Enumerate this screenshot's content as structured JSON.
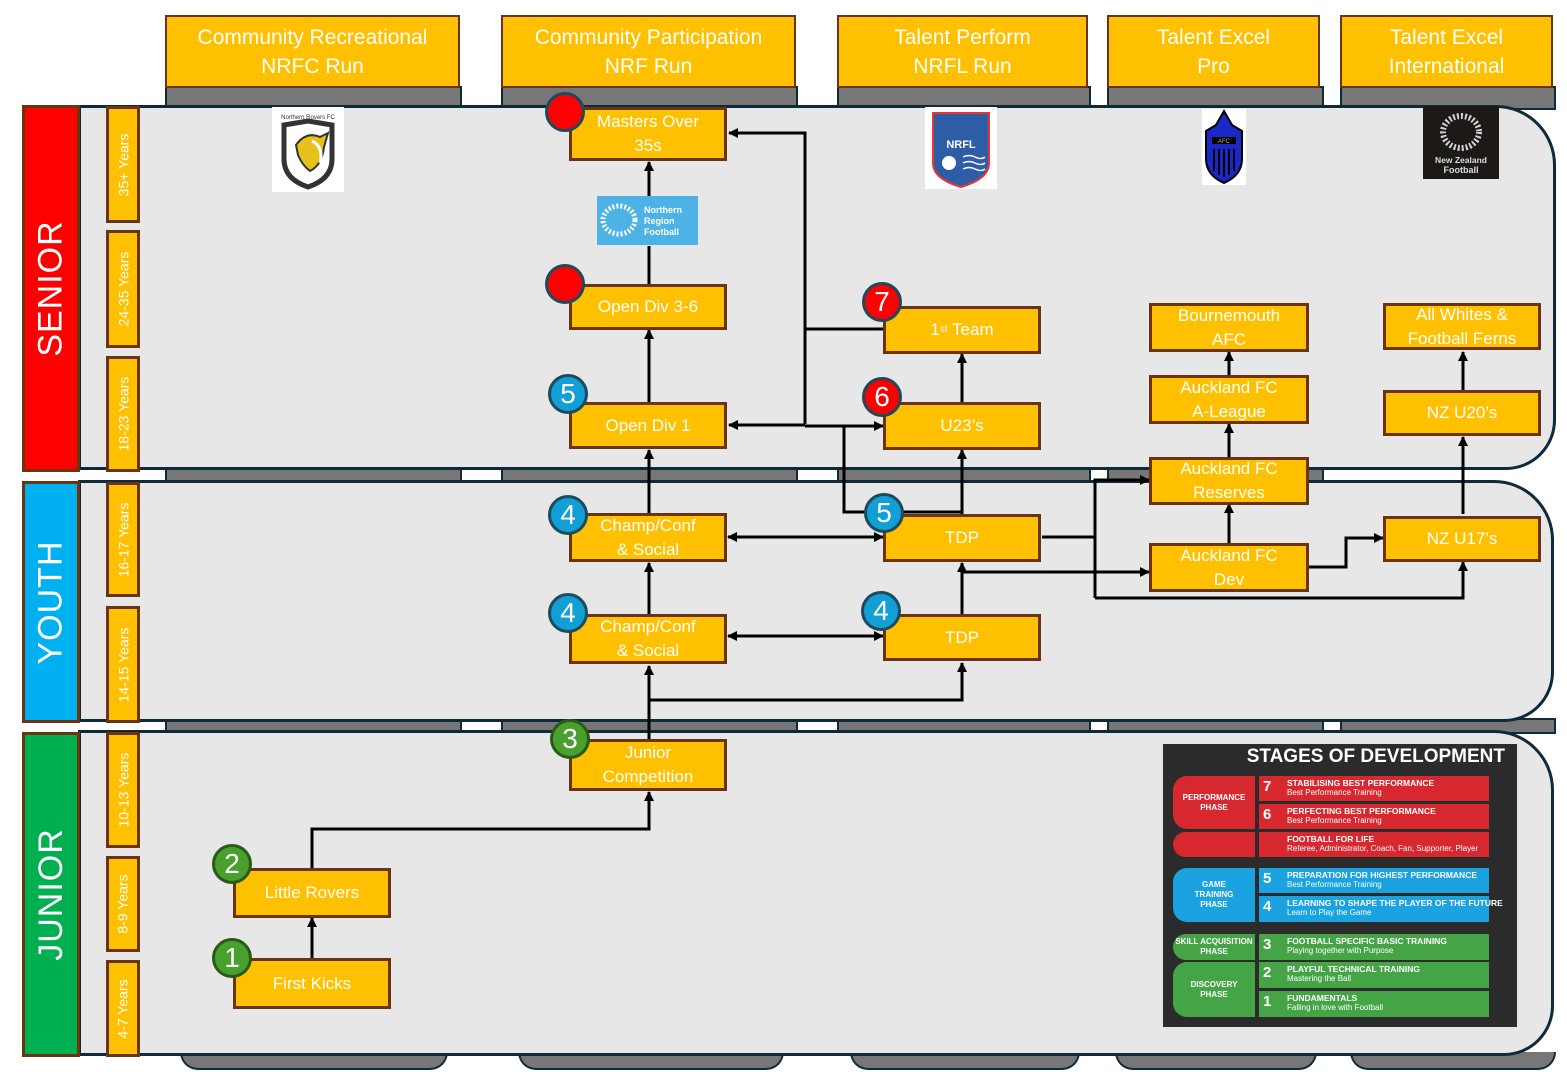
{
  "columns": [
    {
      "line1": "Community Recreational",
      "line2": "NRFC Run"
    },
    {
      "line1": "Community Participation",
      "line2": "NRF Run"
    },
    {
      "line1": "Talent Perform",
      "line2": "NRFL Run"
    },
    {
      "line1": "Talent Excel",
      "line2": "Pro"
    },
    {
      "line1": "Talent Excel",
      "line2": "International"
    }
  ],
  "tiers": [
    {
      "label": "SENIOR",
      "color": "#ff0000"
    },
    {
      "label": "YOUTH",
      "color": "#00b0f0"
    },
    {
      "label": "JUNIOR",
      "color": "#00b050"
    }
  ],
  "ages": [
    "35+ Years",
    "24-35 Years",
    "18-23 Years",
    "16-17 Years",
    "14-15 Years",
    "10-13 Years",
    "8-9 Years",
    "4-7 Years"
  ],
  "logos": {
    "nrfc": "Northern Rovers FC",
    "nrf": "Northern Region Football",
    "nrfl": "NRFL",
    "afc": "AFC",
    "nzf": "New Zealand Football"
  },
  "nodes": {
    "masters": "Masters Over\n35s",
    "open36": "Open Div 3-6",
    "open1": "Open Div 1",
    "first_team_main": "1",
    "first_team_sup": "st",
    "first_team_rest": " Team",
    "u23": "U23’s",
    "champ16": "Champ/Conf\n& Social",
    "champ14": "Champ/Conf\n& Social",
    "tdp16": "TDP",
    "tdp14": "TDP",
    "junior_comp": "Junior\nCompetition",
    "little_rovers": "Little Rovers",
    "first_kicks": "First Kicks",
    "bournemouth": "Bournemouth\nAFC",
    "afc_aleague": "Auckland FC\nA-League",
    "afc_reserves": "Auckland FC\nReserves",
    "afc_dev": "Auckland FC\nDev",
    "all_whites": "All Whites &\nFootball Ferns",
    "nz_u20": "NZ U20’s",
    "nz_u17": "NZ U17’s"
  },
  "badges": {
    "masters": "",
    "open36": "",
    "open1": "5",
    "first_team": "7",
    "u23": "6",
    "champ16": "4",
    "tdp16": "5",
    "champ14": "4",
    "tdp14": "4",
    "junior_comp": "3",
    "little_rovers": "2",
    "first_kicks": "1"
  },
  "stages": {
    "title": "STAGES OF DEVELOPMENT",
    "phases": [
      {
        "label": "PERFORMANCE\nPHASE",
        "color": "#d7282f"
      },
      {
        "label": "",
        "color": "#d7282f"
      },
      {
        "label": "GAME\nTRAINING\nPHASE",
        "color": "#1aa3e0"
      },
      {
        "label": "SKILL ACQUISITION\nPHASE",
        "color": "#45a546"
      },
      {
        "label": "DISCOVERY\nPHASE",
        "color": "#45a546"
      }
    ],
    "rows": [
      {
        "num": "7",
        "title": "STABILISING BEST PERFORMANCE",
        "sub": "Best Performance Training",
        "color": "#d7282f"
      },
      {
        "num": "6",
        "title": "PERFECTING BEST PERFORMANCE",
        "sub": "Best Performance Training",
        "color": "#d7282f"
      },
      {
        "num": "",
        "title": "FOOTBALL FOR LIFE",
        "sub": "Referee, Administrator, Coach, Fan, Supporter, Player",
        "color": "#d7282f"
      },
      {
        "num": "5",
        "title": "PREPARATION FOR HIGHEST PERFORMANCE",
        "sub": "Best Performance Training",
        "color": "#1aa3e0"
      },
      {
        "num": "4",
        "title": "LEARNING TO SHAPE THE PLAYER OF THE FUTURE",
        "sub": "Learn to Play the Game",
        "color": "#1aa3e0"
      },
      {
        "num": "3",
        "title": "FOOTBALL SPECIFIC BASIC TRAINING",
        "sub": "Playing together with Purpose",
        "color": "#45a546"
      },
      {
        "num": "2",
        "title": "PLAYFUL TECHNICAL TRAINING",
        "sub": "Mastering the Ball",
        "color": "#45a546"
      },
      {
        "num": "1",
        "title": "FUNDAMENTALS",
        "sub": "Falling in love with Football",
        "color": "#45a546"
      }
    ]
  }
}
